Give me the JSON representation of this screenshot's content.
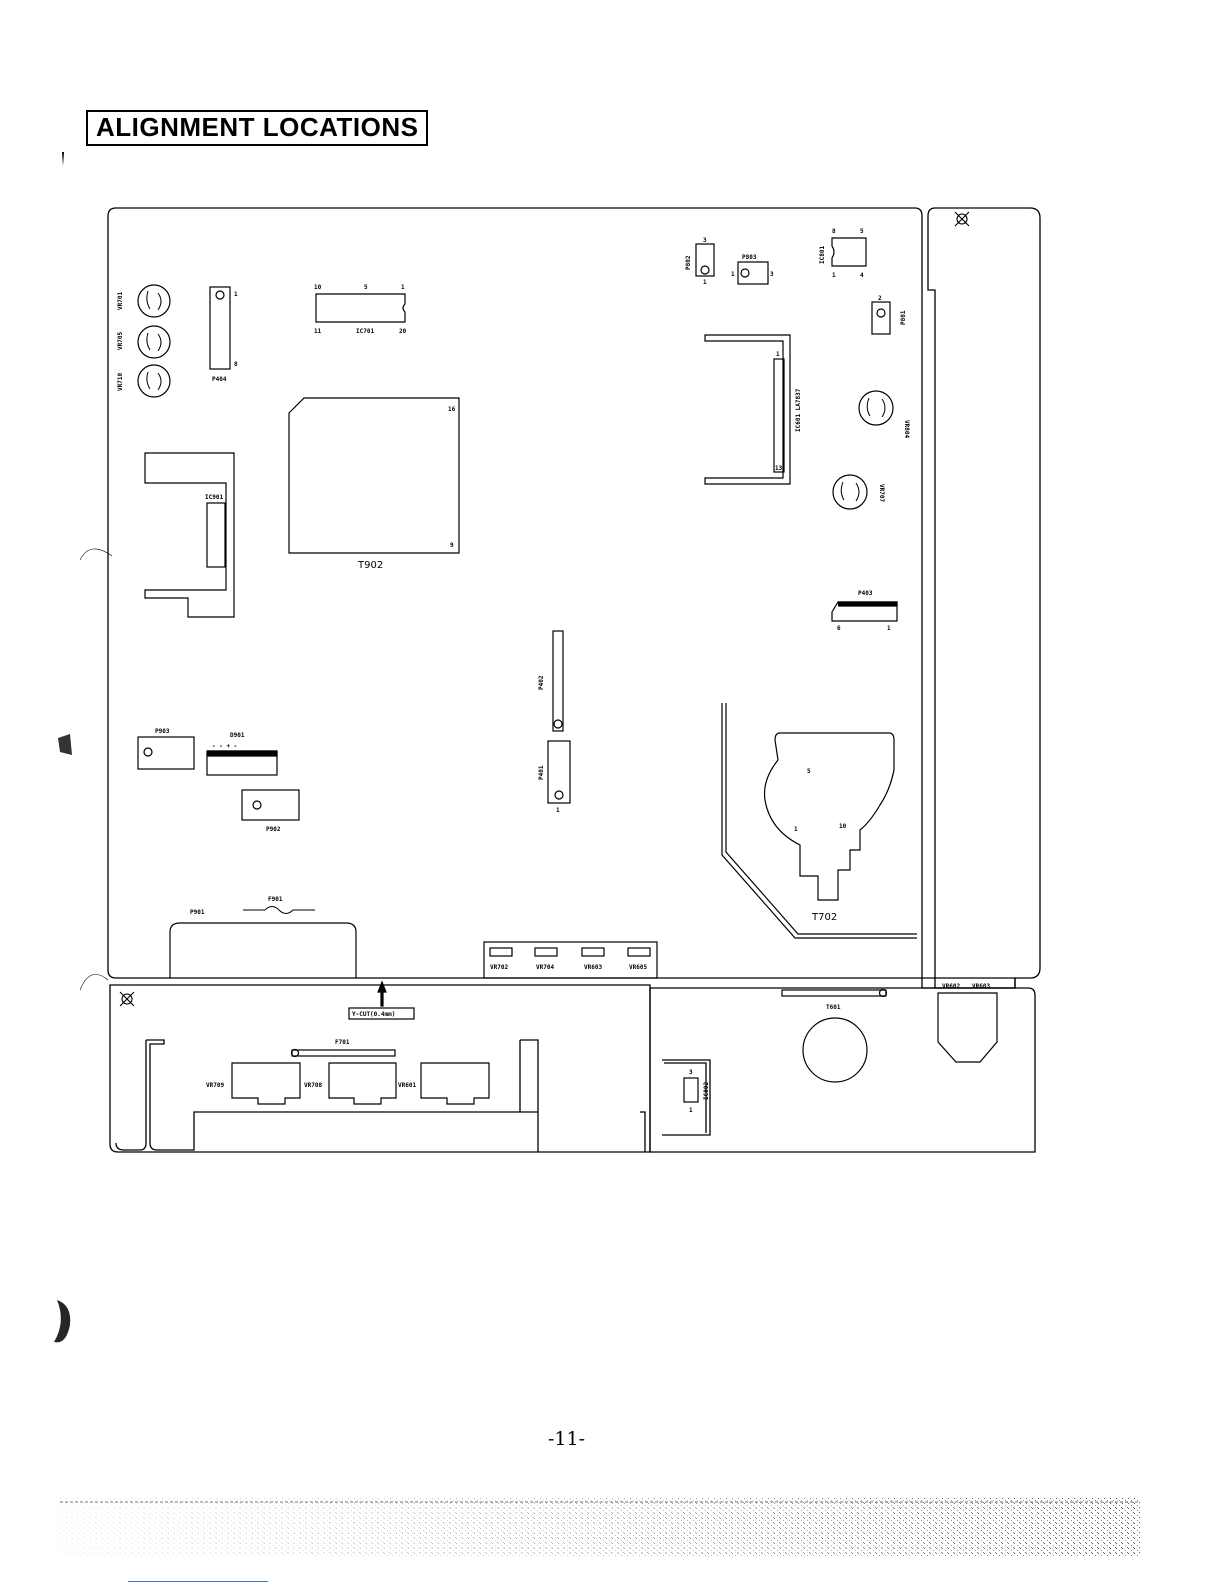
{
  "title": "ALIGNMENT LOCATIONS",
  "page_number": "-11-",
  "labels": {
    "vr701": "VR701",
    "vr705": "VR705",
    "vr710": "VR710",
    "p404": "P404",
    "p404_pin1": "1",
    "p404_pin8": "8",
    "ic701": "IC701",
    "ic701_p10": "10",
    "ic701_p5": "5",
    "ic701_p1": "1",
    "ic701_p11": "11",
    "ic701_p20": "20",
    "t902": "T902",
    "t902_p16": "16",
    "t902_p9": "9",
    "ic901": "IC901",
    "p802": "P802",
    "p802_pin3": "3",
    "p802_pin1": "1",
    "p803": "P803",
    "p803_pin1": "1",
    "p803_pin3": "3",
    "ic801": "IC801",
    "ic801_p8": "8",
    "ic801_p5": "5",
    "ic801_p1": "1",
    "ic801_p4": "4",
    "p801": "P801",
    "p801_pin2": "2",
    "ic601": "IC601 LA7837",
    "ic601_p1": "1",
    "ic601_p13": "13",
    "vr804": "VR804",
    "vr707": "VR707",
    "p403": "P403",
    "p403_p6": "6",
    "p403_p1": "1",
    "p402": "P402",
    "p401": "P401",
    "p401_pin1": "1",
    "p903": "P903",
    "d901": "D901",
    "d901_polarity": "-  -  +  -",
    "p902": "P902",
    "t702": "T702",
    "t702_p5": "5",
    "t702_p1": "1",
    "t702_p10": "10",
    "p901": "P901",
    "f901": "F901",
    "vr702": "VR702",
    "vr704": "VR704",
    "vr603": "VR603",
    "vr605": "VR605",
    "ycut": "Y-CUT(0.4mm)",
    "f701": "F701",
    "vr709": "VR709",
    "vr708": "VR708",
    "vr601": "VR601",
    "ic802": "IC802",
    "ic802_p3": "3",
    "ic802_p1": "1",
    "t601": "T601",
    "vr602": "VR602",
    "vr603b": "VR603"
  }
}
